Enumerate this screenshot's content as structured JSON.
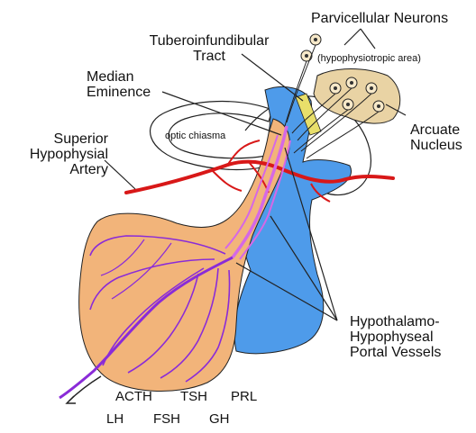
{
  "labels": {
    "parvicellular_neurons": "Parvicellular Neurons",
    "hypophysiotropic_area": "(hypophysiotropic area)",
    "tuberoinfundibular_line1": "Tuberoinfundibular",
    "tuberoinfundibular_line2": "Tract",
    "median_eminence_line1": "Median",
    "median_eminence_line2": "Eminence",
    "optic_chiasma": "optic chiasma",
    "superior_hypophysial_line1": "Superior",
    "superior_hypophysial_line2": "Hypophysial",
    "superior_hypophysial_line3": "Artery",
    "arcuate_nucleus_line1": "Arcuate",
    "arcuate_nucleus_line2": "Nucleus",
    "portal_vessels_line1": "Hypothalamo-",
    "portal_vessels_line2": "Hypophyseal",
    "portal_vessels_line3": "Portal Vessels"
  },
  "hormones": {
    "row1": [
      "ACTH",
      "TSH",
      "PRL"
    ],
    "row2": [
      "LH",
      "FSH",
      "GH"
    ]
  },
  "colors": {
    "anterior_pituitary": "#F2B47A",
    "posterior_pituitary": "#4E9BEA",
    "artery": "#D81818",
    "portal_vessels": "#D568E6",
    "portal_trunk": "#8A2BD8",
    "tract": "#E8DF6A",
    "arcuate_region": "#E9D3A4",
    "outline": "#222222"
  }
}
